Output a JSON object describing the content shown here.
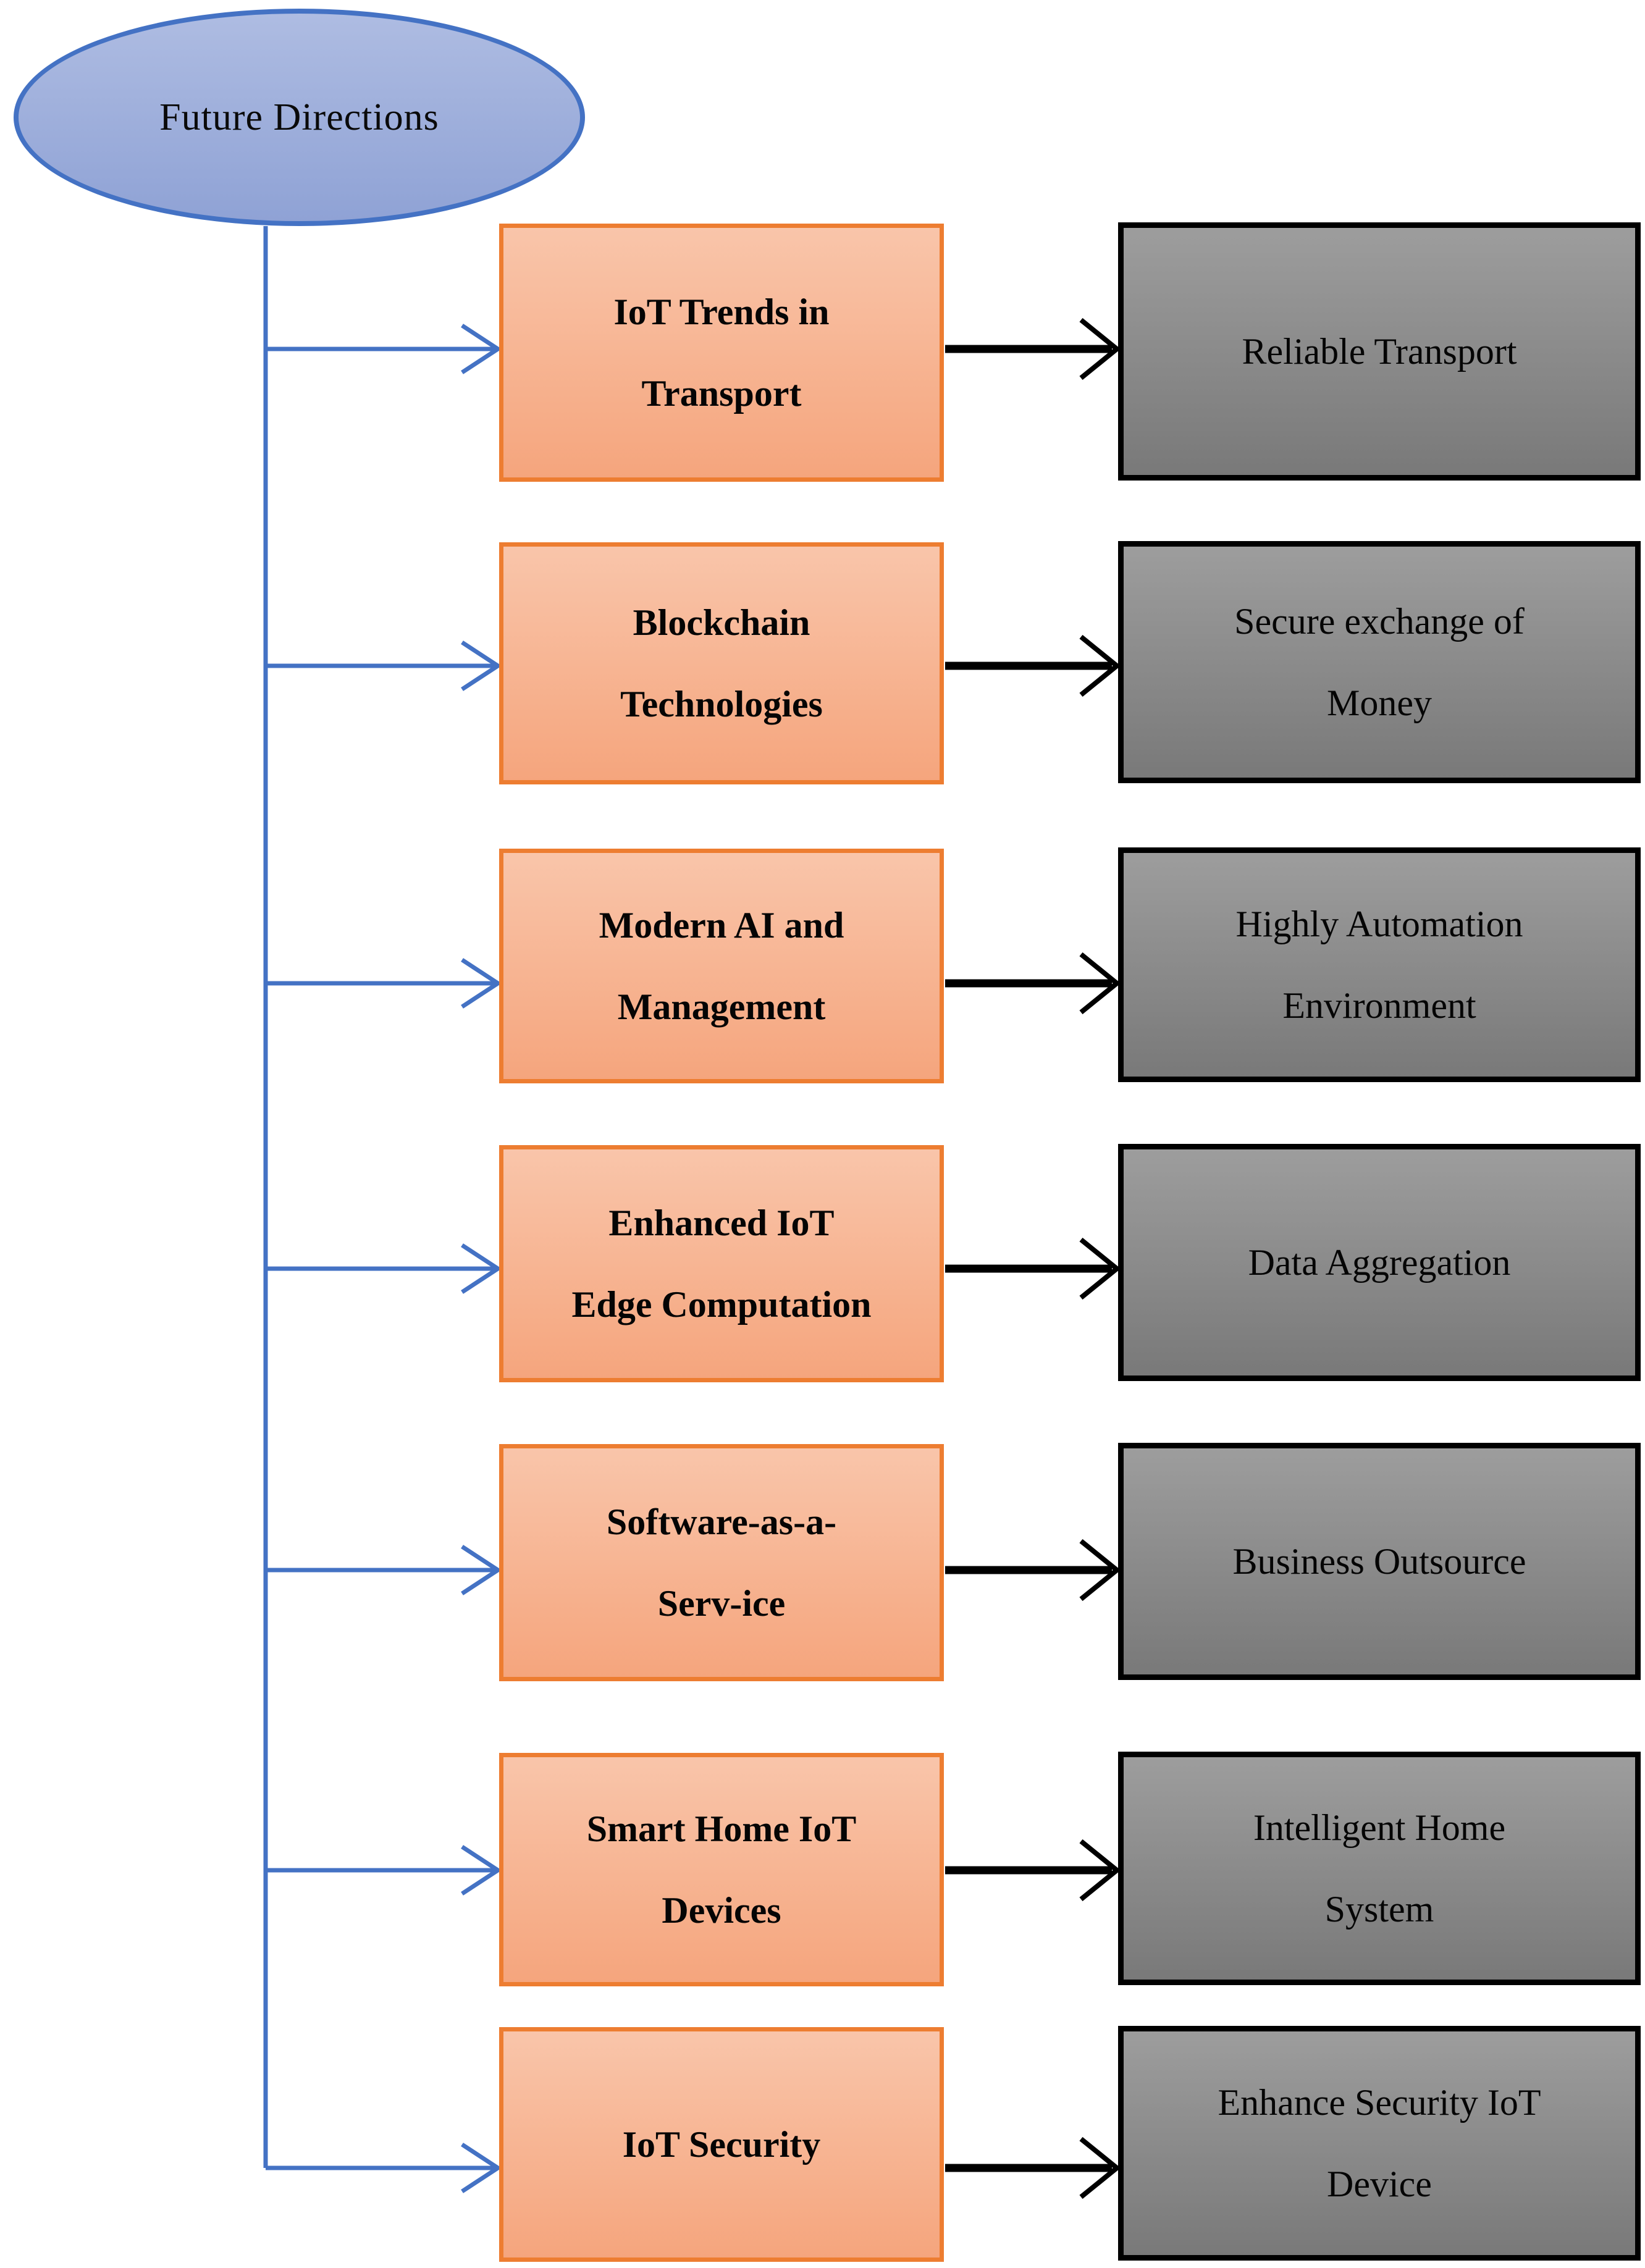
{
  "title": "Future Directions",
  "colors": {
    "ellipse_border": "#4472C4",
    "ellipse_fill_top": "#AEBCE2",
    "ellipse_fill_bottom": "#8FA2D5",
    "orange_border": "#ED7D31",
    "orange_fill_top": "#F9C5AA",
    "orange_fill_bottom": "#F5A57D",
    "gray_border": "#000000",
    "gray_fill_top": "#9D9D9D",
    "gray_fill_bottom": "#797979",
    "branch_arrow": "#4472C4",
    "flow_arrow": "#000000"
  },
  "rows": [
    {
      "trend": "IoT Trends in\nTransport",
      "outcome": "Reliable Transport"
    },
    {
      "trend": "Blockchain\nTechnologies",
      "outcome": "Secure exchange of\nMoney"
    },
    {
      "trend": "Modern AI and\nManagement",
      "outcome": "Highly Automation\nEnvironment"
    },
    {
      "trend": "Enhanced IoT\nEdge Computation",
      "outcome": "Data Aggregation"
    },
    {
      "trend": "Software-as-a-\nServ-ice",
      "outcome": "Business Outsource"
    },
    {
      "trend": "Smart Home IoT\nDevices",
      "outcome": "Intelligent Home\nSystem"
    },
    {
      "trend": "IoT Security",
      "outcome": "Enhance Security IoT\nDevice"
    }
  ]
}
